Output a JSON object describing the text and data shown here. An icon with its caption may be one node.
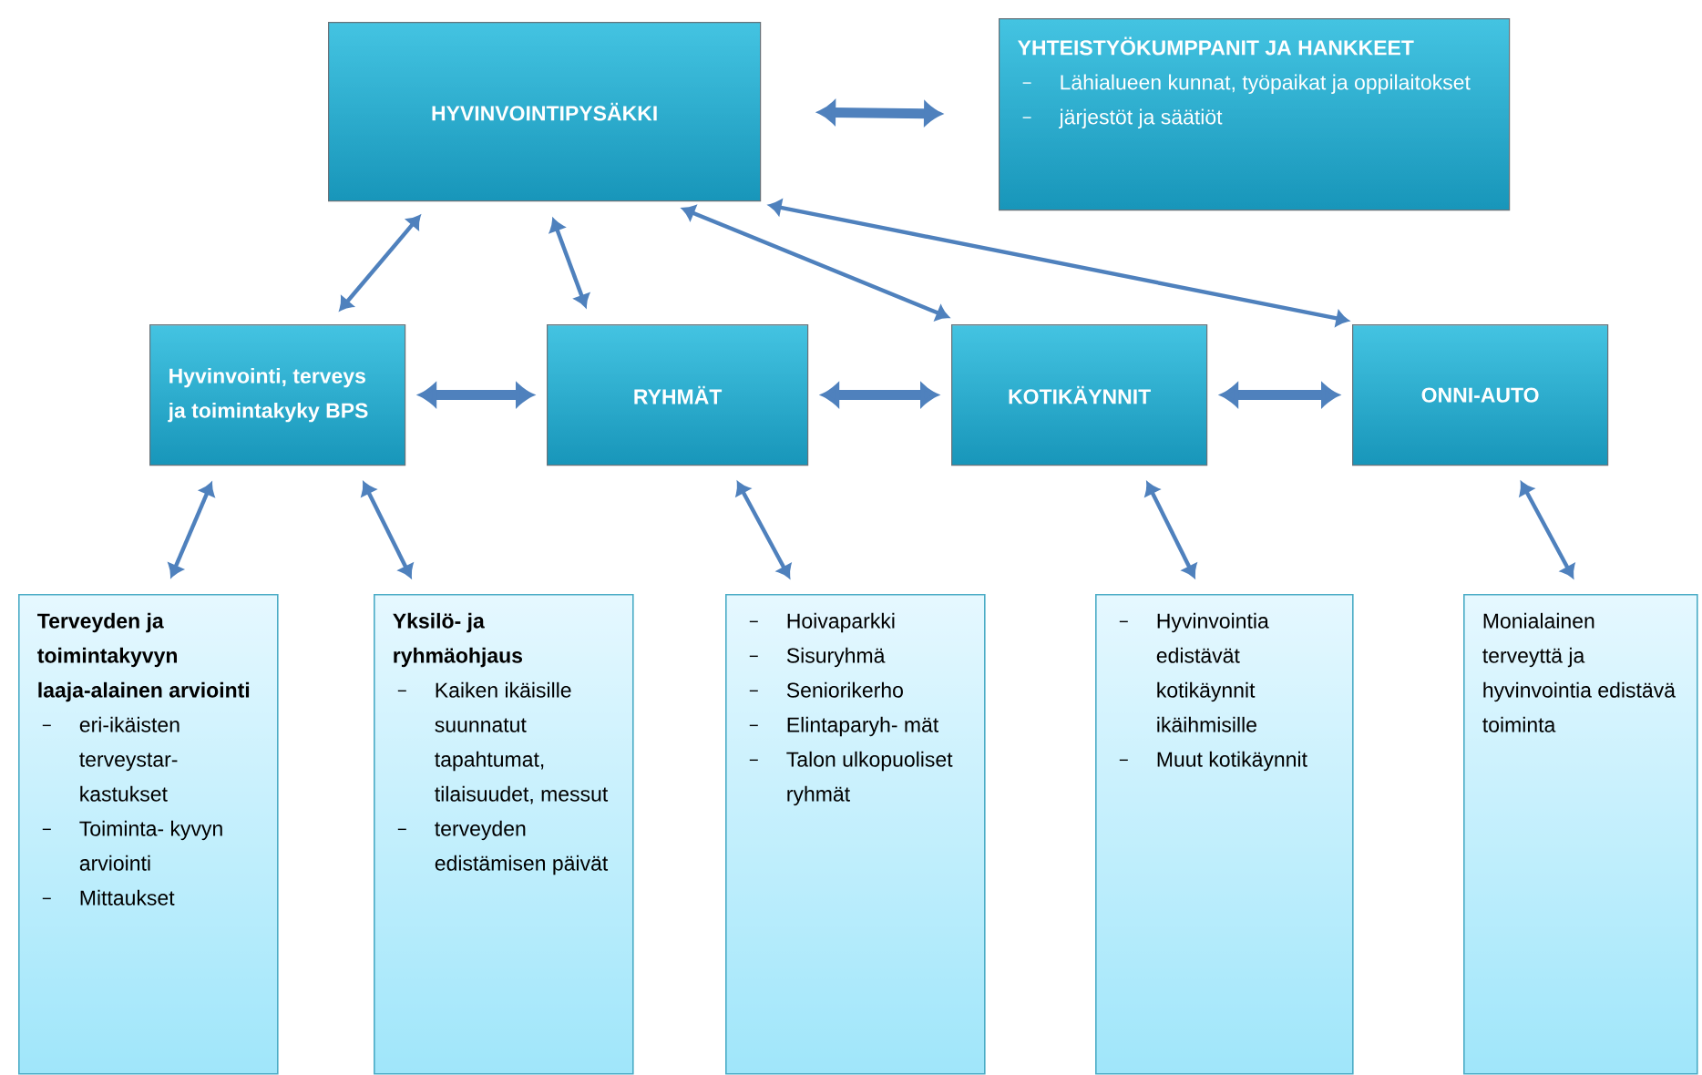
{
  "diagram": {
    "nodes": [
      {
        "text": [
          "HYVINVOINTIPYSÄKKI"
        ]
      },
      {
        "text": [
          "YHTEISTYÖKUMPPANIT JA HANKKEET",
          "Lähialueen kunnat, työpaikat ja oppilaitokset",
          "järjestöt ja säätiöt"
        ]
      },
      {
        "text": [
          "Hyvinvointi, terveys ja toimintakyky BPS"
        ]
      },
      {
        "text": [
          "RYHMÄT"
        ]
      },
      {
        "text": [
          "KOTIKÄYNNIT"
        ]
      },
      {
        "text": [
          "ONNI-AUTO"
        ]
      },
      {
        "text": [
          "Terveyden ja toimintakyvyn laaja-alainen arviointi",
          "eri-ikäisten terveystar- kastukset",
          "Toiminta- kyvyn arviointi",
          "Mittaukset"
        ]
      },
      {
        "text": [
          "Yksilö- ja ryhmäohjaus",
          "Kaiken ikäisille suunnatut tapahtumat, tilaisuudet, messut",
          "terveyden edistämisen päivät"
        ]
      },
      {
        "text": [
          "Hoivaparkki",
          "Sisuryhmä",
          "Seniorikerho",
          "Elintaparyh- mät",
          "Talon ulkopuoliset ryhmät"
        ]
      },
      {
        "text": [
          "Hyvinvointia edistävät kotikäynnit ikäihmisille",
          "Muut kotikäynnit"
        ]
      },
      {
        "text": [
          "Monialainen terveyttä ja hyvinvointia edistävä toiminta"
        ]
      }
    ],
    "edges": [
      {
        "from": 0,
        "to": 1,
        "arrow": "both",
        "style": "thick"
      },
      {
        "from": 2,
        "to": 0,
        "arrow": "both"
      },
      {
        "from": 3,
        "to": 0,
        "arrow": "both"
      },
      {
        "from": 4,
        "to": 0,
        "arrow": "both"
      },
      {
        "from": 5,
        "to": 0,
        "arrow": "both"
      },
      {
        "from": 2,
        "to": 3,
        "arrow": "both",
        "style": "thick"
      },
      {
        "from": 3,
        "to": 4,
        "arrow": "both",
        "style": "thick"
      },
      {
        "from": 4,
        "to": 5,
        "arrow": "both",
        "style": "thick"
      },
      {
        "from": 2,
        "to": 6,
        "arrow": "both"
      },
      {
        "from": 2,
        "to": 7,
        "arrow": "both"
      },
      {
        "from": 3,
        "to": 8,
        "arrow": "both"
      },
      {
        "from": 4,
        "to": 9,
        "arrow": "both"
      },
      {
        "from": 5,
        "to": 10,
        "arrow": "both"
      }
    ]
  }
}
